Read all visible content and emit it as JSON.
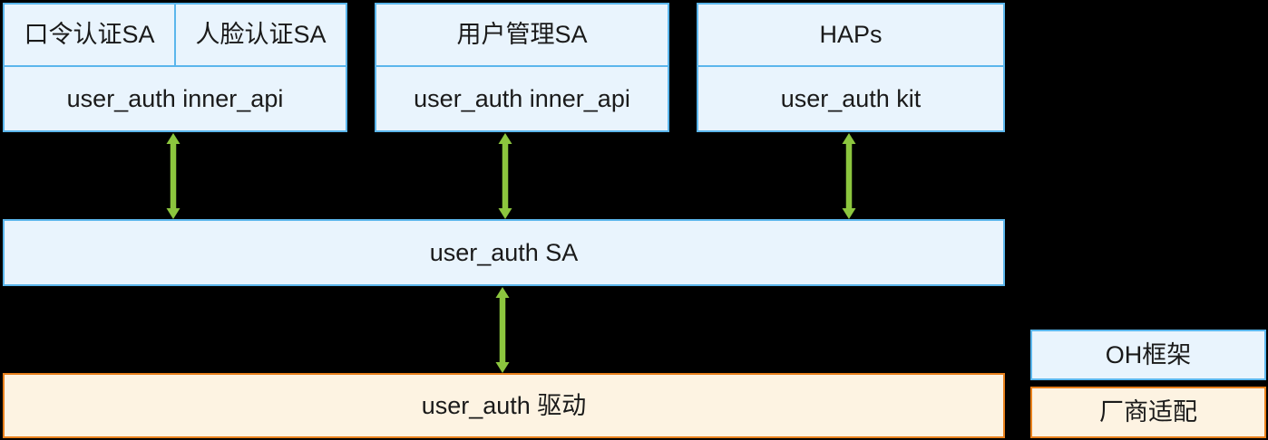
{
  "colors": {
    "background": "#000000",
    "blue_border": "#5BB6EC",
    "blue_fill": "#E9F4FD",
    "orange_border": "#E8801C",
    "orange_fill": "#FDF3E2",
    "arrow_green": "#8CC63E",
    "text": "#1A1A1A"
  },
  "diagram": {
    "auth_group": {
      "password_auth_sa": "口令认证SA",
      "face_auth_sa": "人脸认证SA",
      "inner_api": "user_auth inner_api"
    },
    "user_mgmt_group": {
      "title": "用户管理SA",
      "inner_api": "user_auth inner_api"
    },
    "haps_group": {
      "title": "HAPs",
      "kit": "user_auth kit"
    },
    "sa_layer": "user_auth SA",
    "driver_layer": "user_auth 驱动",
    "legend": {
      "oh_framework": "OH框架",
      "vendor_adaptation": "厂商适配"
    }
  }
}
